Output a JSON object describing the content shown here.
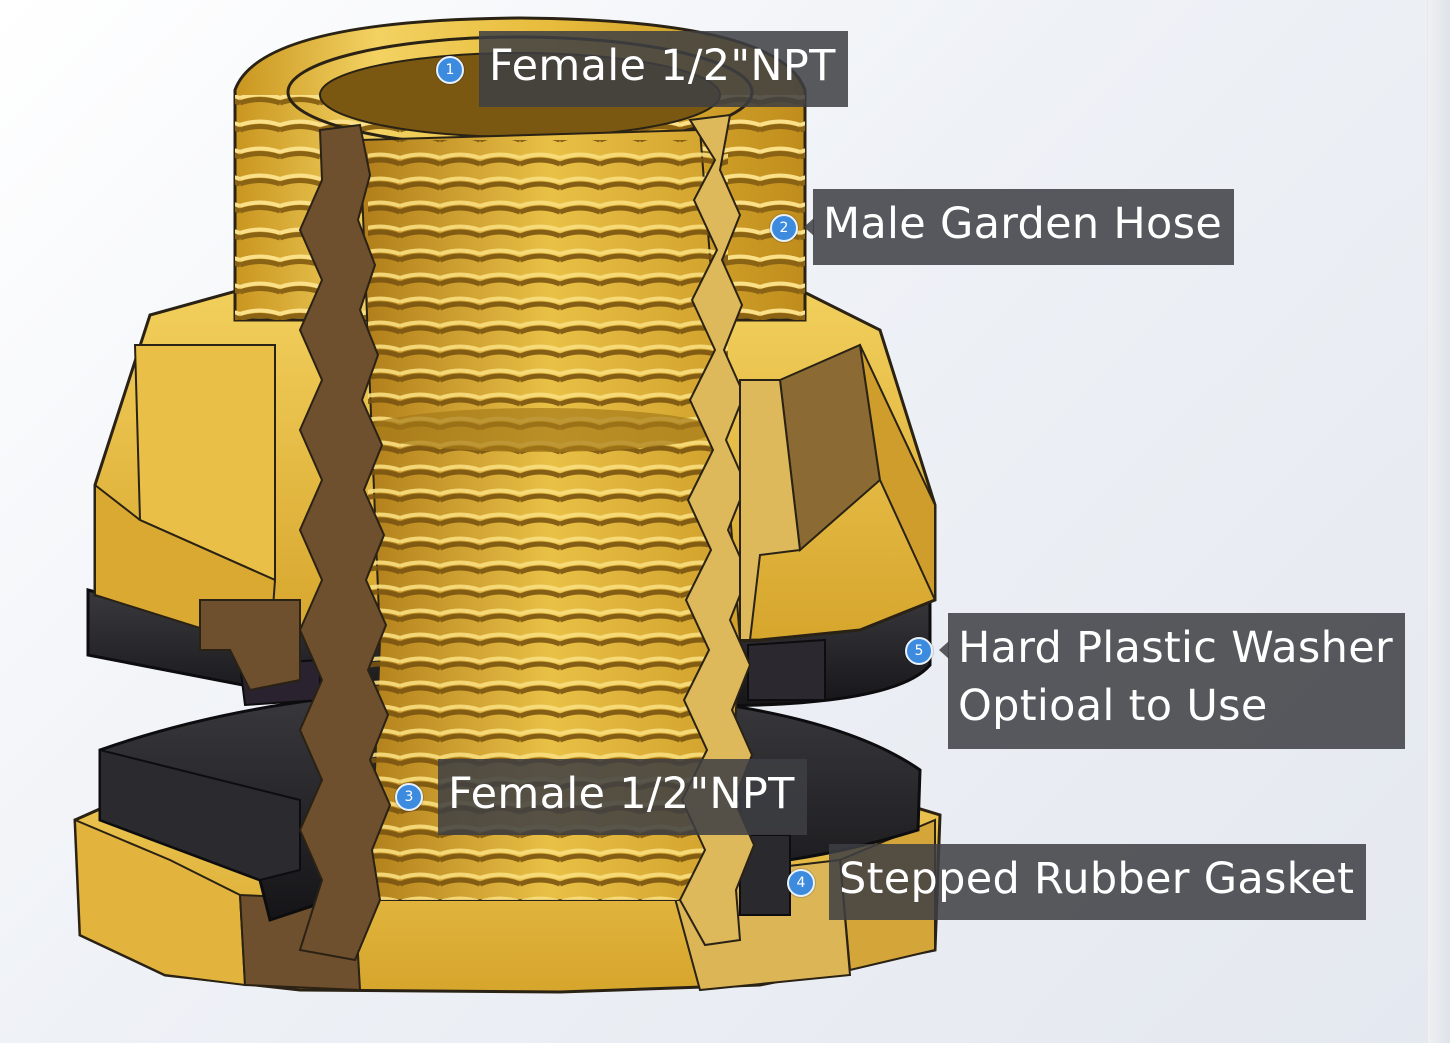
{
  "callouts": [
    {
      "number": "1",
      "lines": [
        "Female 1/2\"NPT"
      ]
    },
    {
      "number": "2",
      "lines": [
        "Male Garden Hose"
      ]
    },
    {
      "number": "3",
      "lines": [
        "Female 1/2\"NPT"
      ]
    },
    {
      "number": "4",
      "lines": [
        "Stepped Rubber Gasket"
      ]
    },
    {
      "number": "5",
      "lines": [
        "Hard Plastic Washer",
        "Optioal to Use"
      ]
    }
  ],
  "colors": {
    "brass": "#e6b93a",
    "brass_light": "#f6d86a",
    "brass_dark": "#b98820",
    "cut_face_left": "#6e4f2e",
    "cut_face_right": "#d9b45a",
    "rubber": "#1f1e22",
    "callout_bg": "#3e3f44",
    "badge": "#3c8bde"
  }
}
